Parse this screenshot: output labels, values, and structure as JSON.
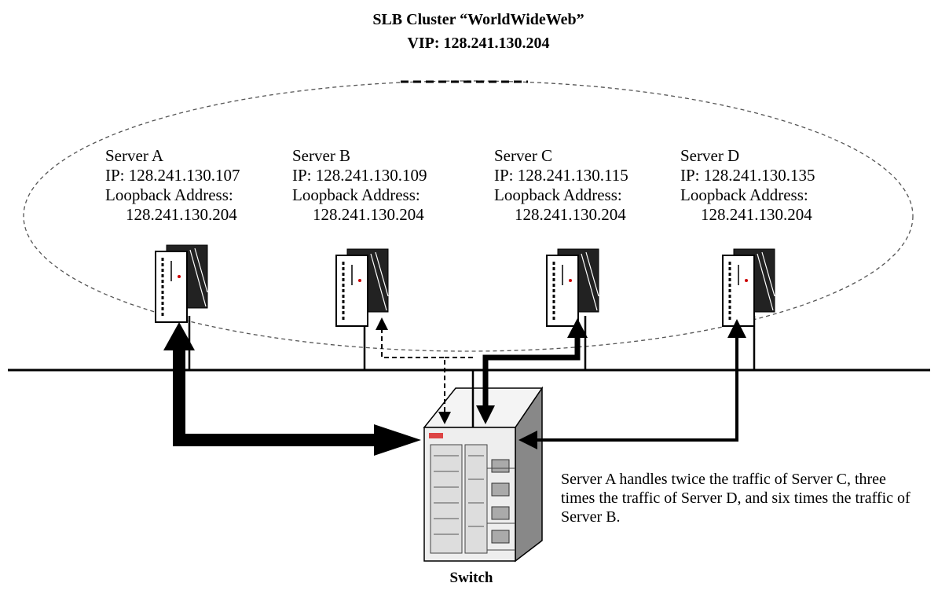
{
  "cluster": {
    "title": "SLB Cluster “WorldWideWeb”",
    "vip": "VIP: 128.241.130.204"
  },
  "servers": [
    {
      "name": "Server A",
      "ip": "IP: 128.241.130.107",
      "loopback_label": "Loopback Address:",
      "loopback_address": "128.241.130.204"
    },
    {
      "name": "Server B",
      "ip": "IP: 128.241.130.109",
      "loopback_label": "Loopback Address:",
      "loopback_address": "128.241.130.204"
    },
    {
      "name": "Server C",
      "ip": "IP: 128.241.130.115",
      "loopback_label": "Loopback Address:",
      "loopback_address": "128.241.130.204"
    },
    {
      "name": "Server D",
      "ip": "IP: 128.241.130.135",
      "loopback_label": "Loopback Address:",
      "loopback_address": "128.241.130.204"
    }
  ],
  "note": "Server A handles twice the traffic of Server C, three times the traffic of Server D, and six times the traffic of Server B.",
  "switch_label": "Switch",
  "traffic_ratio": {
    "server_a": 6,
    "server_b": 1,
    "server_c": 3,
    "server_d": 2
  }
}
